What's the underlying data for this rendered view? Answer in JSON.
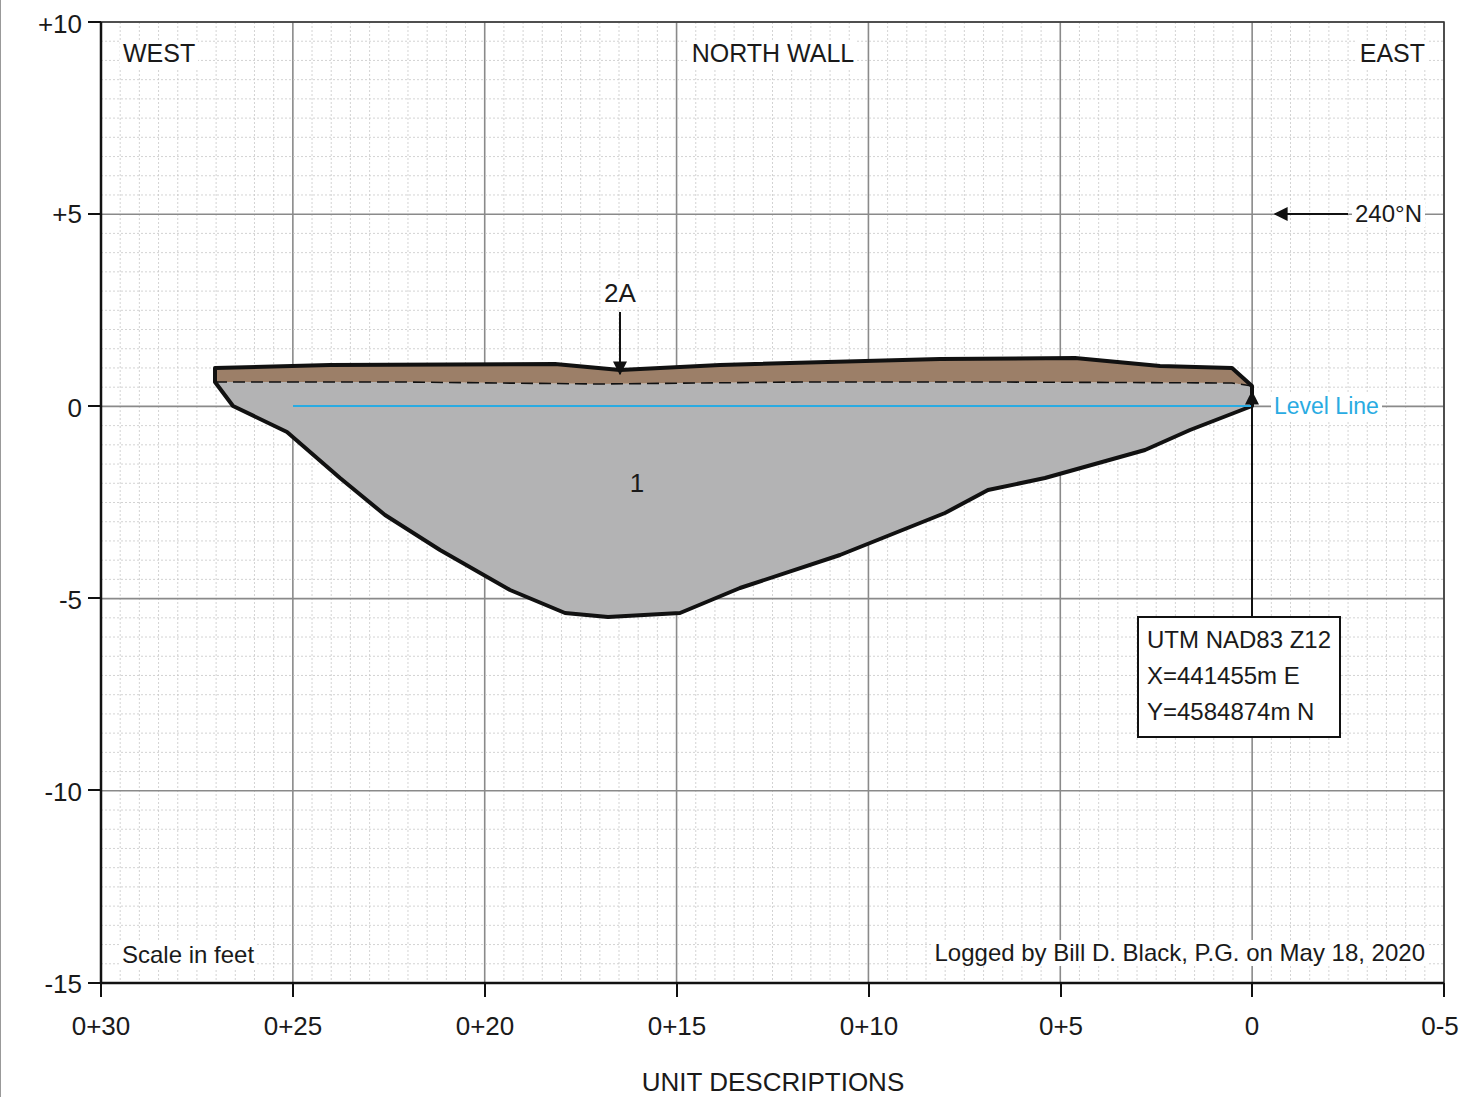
{
  "diagram": {
    "nodes": [
      {
        "text": [
          "UTM NAD83 Z12",
          "X=441455m E",
          "Y=4584874m N"
        ]
      }
    ],
    "labels": [
      "WEST",
      "NORTH WALL",
      "EAST",
      "240°N",
      "2A",
      "1",
      "Level Line",
      "Scale in feet",
      "Logged by Bill D. Black, P.G. on May 18, 2020",
      "+10",
      "+5",
      "0",
      "-5",
      "-10",
      "-15",
      "0+30",
      "0+25",
      "0+20",
      "0+15",
      "0+10",
      "0+5",
      "0",
      "0-5",
      "UNIT DESCRIPTIONS"
    ]
  }
}
